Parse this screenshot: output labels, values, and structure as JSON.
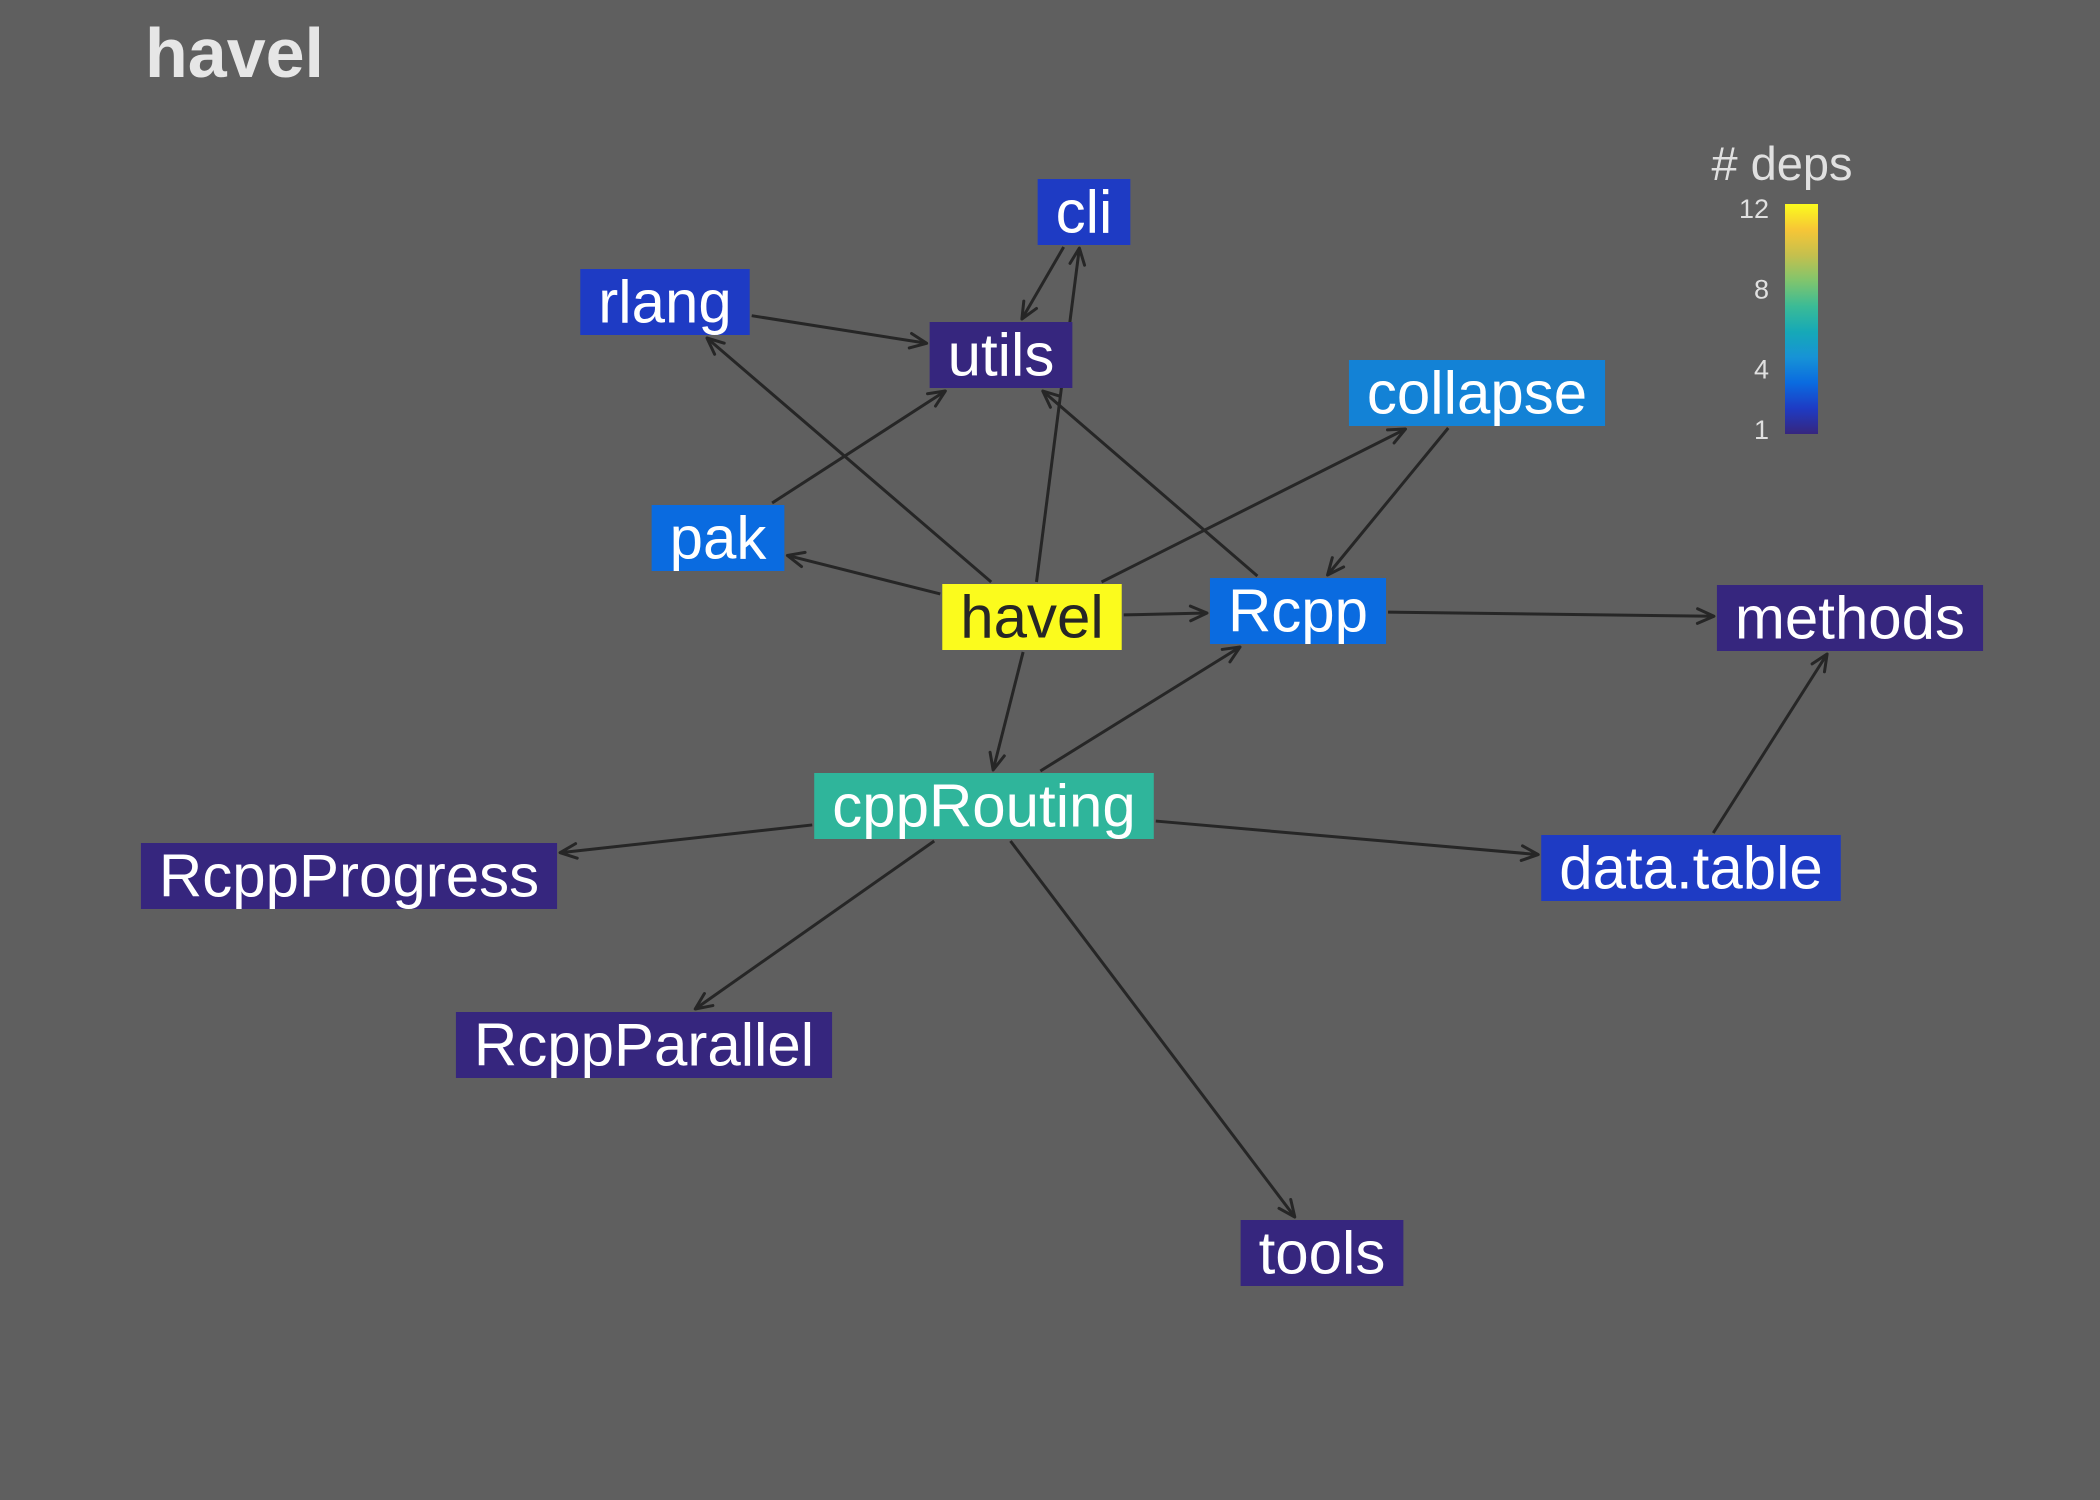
{
  "title": "havel",
  "legend": {
    "title": "# deps",
    "ticks": [
      {
        "label": "12",
        "value": 12
      },
      {
        "label": "8",
        "value": 8
      },
      {
        "label": "4",
        "value": 4
      },
      {
        "label": "1",
        "value": 1
      }
    ],
    "colors": [
      "#36267e",
      "#1e3bc4",
      "#0a6be0",
      "#1793d6",
      "#16a9b7",
      "#3bbb96",
      "#80c56d",
      "#c5c04d",
      "#f7c636",
      "#fbfb1d"
    ]
  },
  "nodes": [
    {
      "id": "cli",
      "label": "cli",
      "deps": 2,
      "fill": "#1e3bc4",
      "text": "#ffffff"
    },
    {
      "id": "rlang",
      "label": "rlang",
      "deps": 2,
      "fill": "#1e3bc4",
      "text": "#ffffff"
    },
    {
      "id": "utils",
      "label": "utils",
      "deps": 1,
      "fill": "#36267e",
      "text": "#ffffff"
    },
    {
      "id": "collapse",
      "label": "collapse",
      "deps": 4,
      "fill": "#1382d6",
      "text": "#ffffff"
    },
    {
      "id": "pak",
      "label": "pak",
      "deps": 3,
      "fill": "#0a6be0",
      "text": "#ffffff"
    },
    {
      "id": "havel",
      "label": "havel",
      "deps": 12,
      "fill": "#fbfb1d",
      "text": "#262626"
    },
    {
      "id": "Rcpp",
      "label": "Rcpp",
      "deps": 3,
      "fill": "#0a6be0",
      "text": "#ffffff"
    },
    {
      "id": "methods",
      "label": "methods",
      "deps": 1,
      "fill": "#36267e",
      "text": "#ffffff"
    },
    {
      "id": "cppRouting",
      "label": "cppRouting",
      "deps": 6,
      "fill": "#2fb59b",
      "text": "#ffffff"
    },
    {
      "id": "RcppProgress",
      "label": "RcppProgress",
      "deps": 1,
      "fill": "#36267e",
      "text": "#ffffff"
    },
    {
      "id": "data.table",
      "label": "data.table",
      "deps": 2,
      "fill": "#1e3bc4",
      "text": "#ffffff"
    },
    {
      "id": "RcppParallel",
      "label": "RcppParallel",
      "deps": 1,
      "fill": "#36267e",
      "text": "#ffffff"
    },
    {
      "id": "tools",
      "label": "tools",
      "deps": 1,
      "fill": "#36267e",
      "text": "#ffffff"
    }
  ],
  "edges": [
    {
      "from": "havel",
      "to": "cli"
    },
    {
      "from": "havel",
      "to": "rlang"
    },
    {
      "from": "havel",
      "to": "pak"
    },
    {
      "from": "havel",
      "to": "collapse"
    },
    {
      "from": "havel",
      "to": "Rcpp"
    },
    {
      "from": "havel",
      "to": "cppRouting"
    },
    {
      "from": "cli",
      "to": "utils"
    },
    {
      "from": "rlang",
      "to": "utils"
    },
    {
      "from": "pak",
      "to": "utils"
    },
    {
      "from": "Rcpp",
      "to": "utils"
    },
    {
      "from": "collapse",
      "to": "Rcpp"
    },
    {
      "from": "Rcpp",
      "to": "methods"
    },
    {
      "from": "data.table",
      "to": "methods"
    },
    {
      "from": "cppRouting",
      "to": "Rcpp"
    },
    {
      "from": "cppRouting",
      "to": "RcppProgress"
    },
    {
      "from": "cppRouting",
      "to": "RcppParallel"
    },
    {
      "from": "cppRouting",
      "to": "data.table"
    },
    {
      "from": "cppRouting",
      "to": "tools"
    }
  ]
}
